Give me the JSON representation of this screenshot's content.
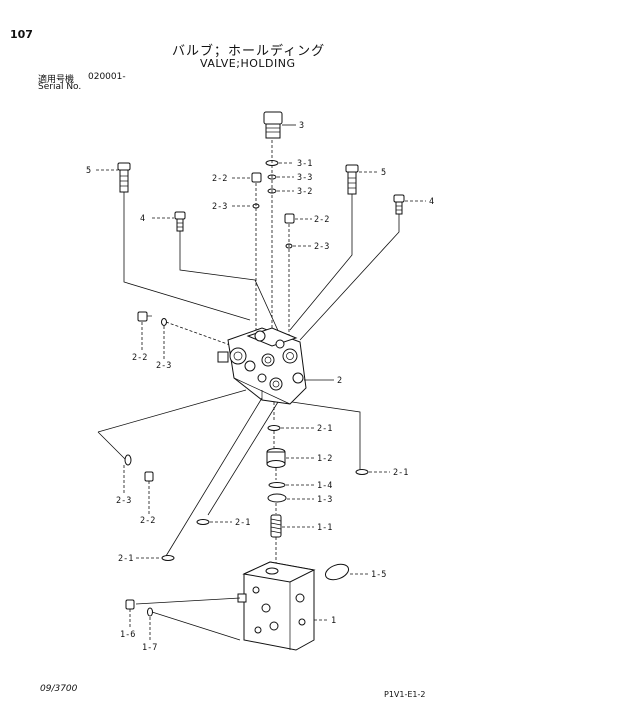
{
  "header": {
    "page_number": "107",
    "title_jp": "バルブ；ホールディング",
    "title_en": "VALVE;HOLDING",
    "serial_label": "適用号機",
    "serial_value": "020001-",
    "serial_label_en": "Serial No."
  },
  "callouts": {
    "c_3": "3",
    "c_3_1": "3-1",
    "c_3_3": "3-3",
    "c_3_2": "3-2",
    "c_5_left": "5",
    "c_5_right": "5",
    "c_4_left": "4",
    "c_4_right": "4",
    "c_2_2_top": "2-2",
    "c_2_3_top": "2-3",
    "c_2_2_mid": "2-2",
    "c_2_3_mid": "2-3",
    "c_2_2_left": "2-2",
    "c_2_3_left": "2-3",
    "c_2": "2",
    "c_2_1_a": "2-1",
    "c_1_2": "1-2",
    "c_2_1_b": "2-1",
    "c_1_4": "1-4",
    "c_1_3": "1-3",
    "c_2_3_low": "2-3",
    "c_2_2_low": "2-2",
    "c_2_1_c": "2-1",
    "c_1_1": "1-1",
    "c_2_1_d": "2-1",
    "c_1_5": "1-5",
    "c_1": "1",
    "c_1_6": "1-6",
    "c_1_7": "1-7"
  },
  "footer": {
    "date": "09/3700",
    "code": "P1V1-E1-2"
  }
}
